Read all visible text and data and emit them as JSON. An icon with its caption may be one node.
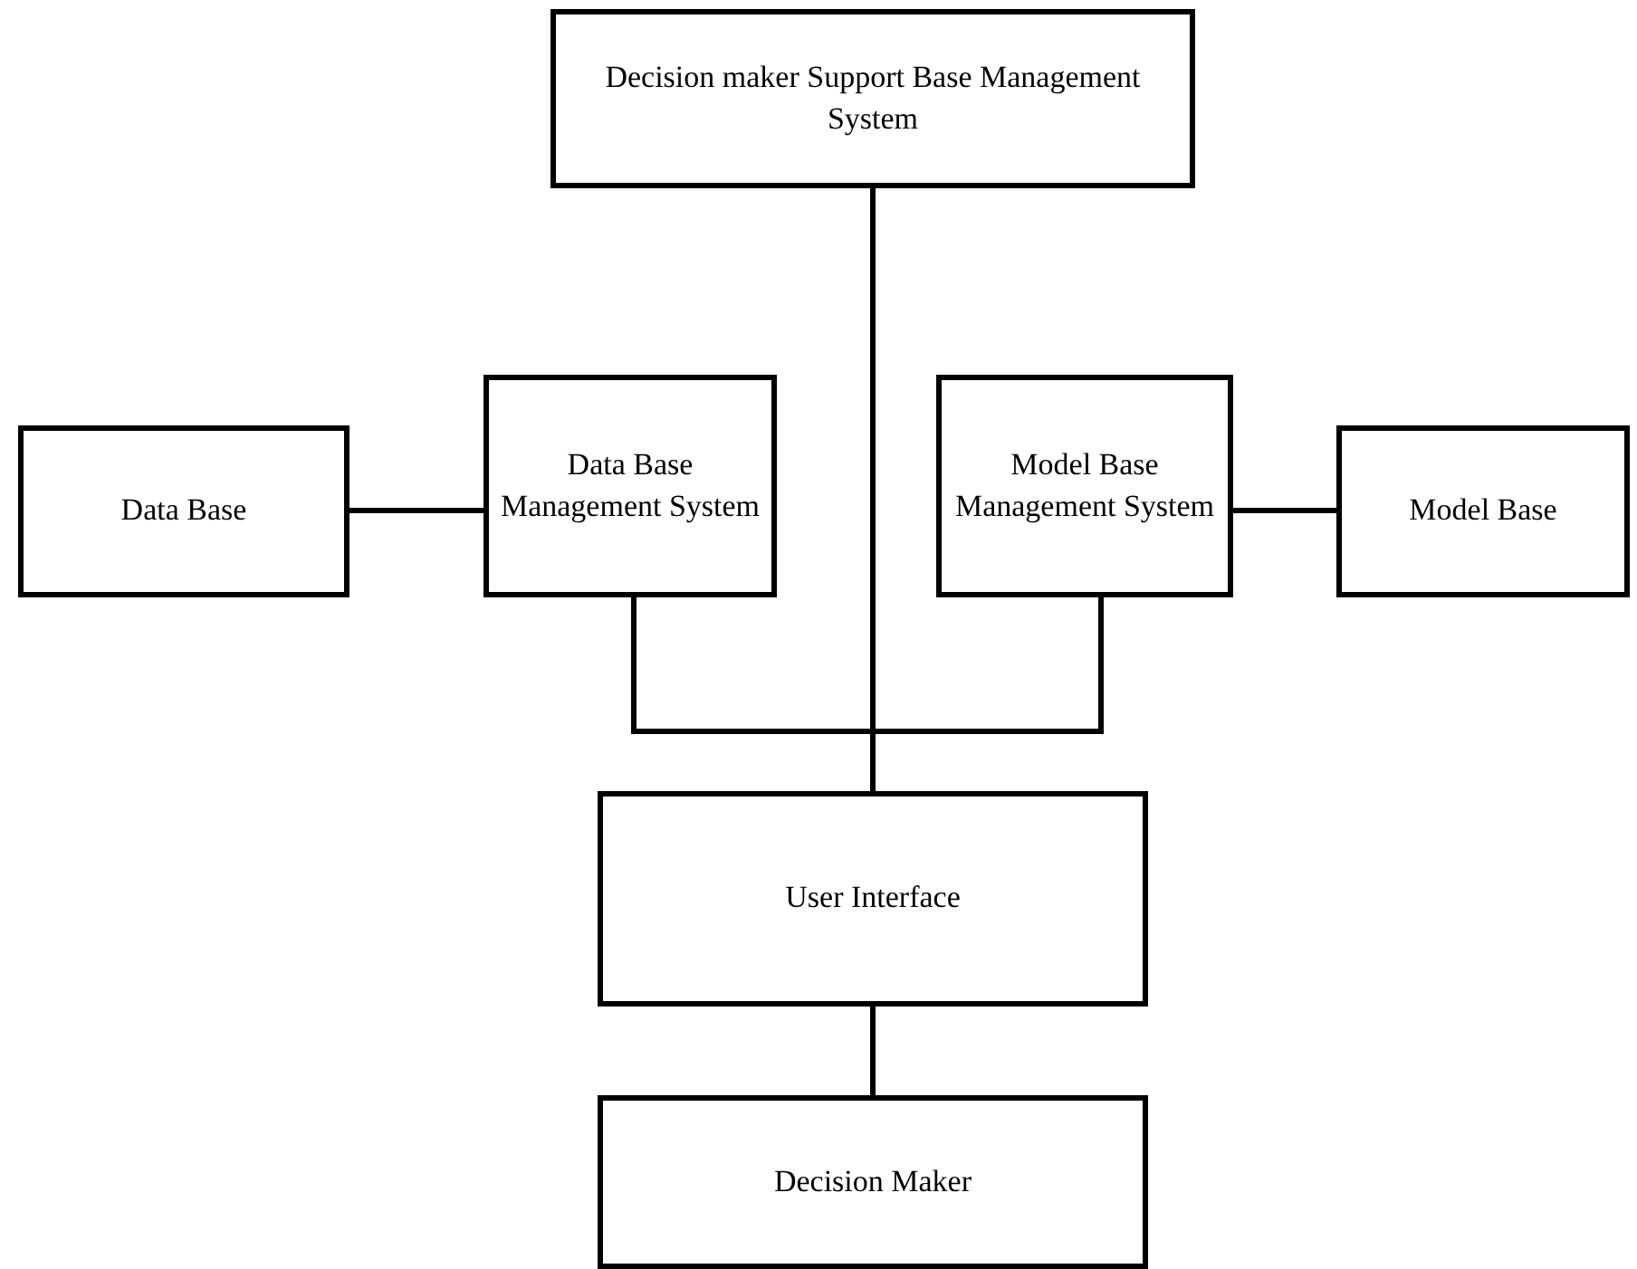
{
  "diagram": {
    "nodes": [
      {
        "text": [
          "Decision maker Support Base Management System"
        ]
      },
      {
        "text": [
          "Data Base"
        ]
      },
      {
        "text": [
          "Data Base Management System"
        ]
      },
      {
        "text": [
          "Model Base Management System"
        ]
      },
      {
        "text": [
          "Model Base"
        ]
      },
      {
        "text": [
          "User Interface"
        ]
      },
      {
        "text": [
          "Decision Maker"
        ]
      }
    ],
    "edges": [
      {
        "from": 0,
        "to": 5,
        "arrow": "none"
      },
      {
        "from": 1,
        "to": 2,
        "arrow": "none"
      },
      {
        "from": 3,
        "to": 4,
        "arrow": "none"
      },
      {
        "from": 2,
        "to": 5,
        "arrow": "none"
      },
      {
        "from": 3,
        "to": 5,
        "arrow": "none"
      },
      {
        "from": 5,
        "to": 6,
        "arrow": "none"
      }
    ]
  }
}
